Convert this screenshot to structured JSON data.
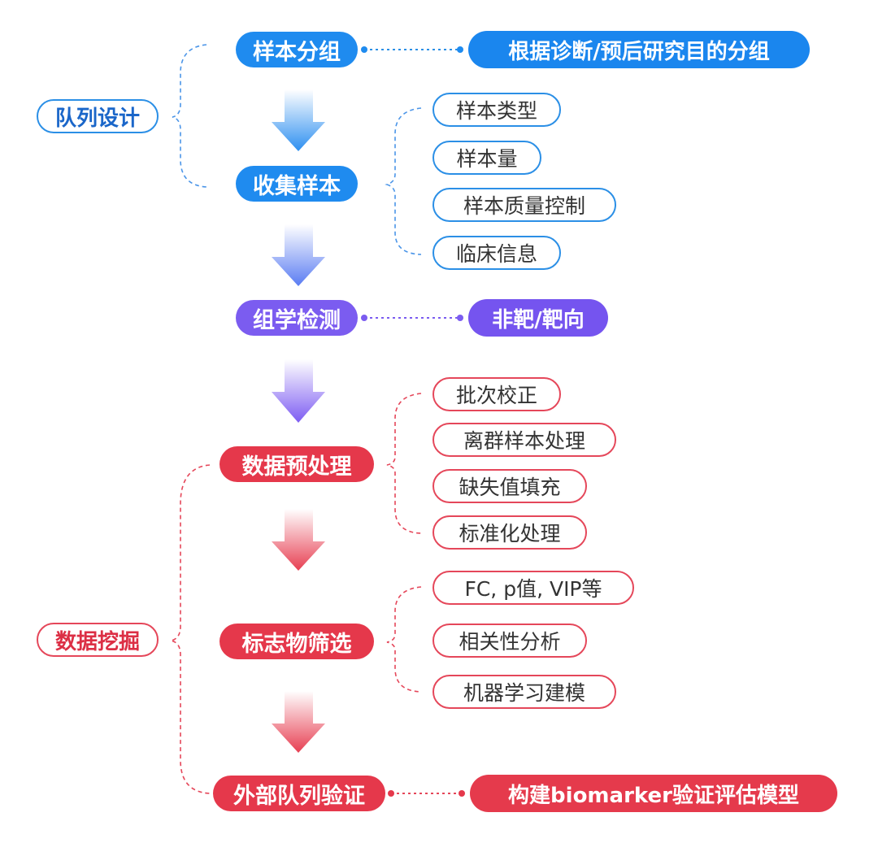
{
  "cohort_design": {
    "phase_label": "队列设计",
    "step_grouping": "样本分组",
    "grouping_detail": "根据诊断/预后研究目的分组",
    "step_collect": "收集样本",
    "collect_items": [
      "样本类型",
      "样本量",
      "样本质量控制",
      "临床信息"
    ]
  },
  "omics": {
    "step_detect": "组学检测",
    "detect_detail": "非靶/靶向"
  },
  "data_mining": {
    "phase_label": "数据挖掘",
    "step_preprocess": "数据预处理",
    "preprocess_items": [
      "批次校正",
      "离群样本处理",
      "缺失值填充",
      "标准化处理"
    ],
    "step_screening": "标志物筛选",
    "screening_items": [
      "FC, p值, VIP等",
      "相关性分析",
      "机器学习建模"
    ],
    "step_validation": "外部队列验证",
    "validation_detail": "构建biomarker验证评估模型"
  },
  "colors": {
    "blue": "#1f8bef",
    "purple": "#7b5cf0",
    "red": "#e5384b",
    "outline_blue": "#2b8fe6",
    "outline_red": "#e5475a"
  }
}
